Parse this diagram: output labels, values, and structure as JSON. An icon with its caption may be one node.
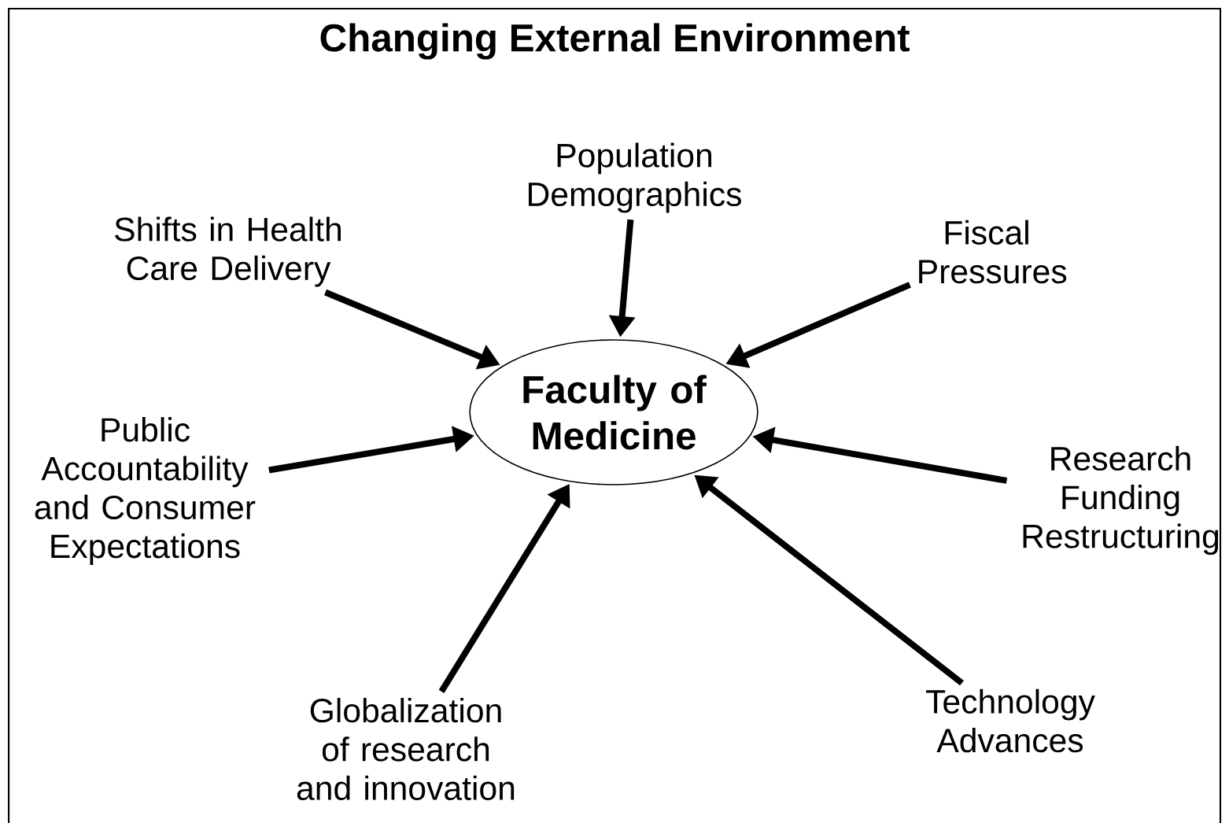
{
  "diagram": {
    "nodes": [
      {
        "text": [
          "Changing External Environment"
        ]
      },
      {
        "text": [
          "Faculty of Medicine"
        ],
        "in": 0
      },
      {
        "text": [
          "Shifts in Health Care Delivery"
        ],
        "in": 0
      },
      {
        "text": [
          "Population Demographics"
        ],
        "in": 0
      },
      {
        "text": [
          "Fiscal Pressures"
        ],
        "in": 0
      },
      {
        "text": [
          "Public Accountability and Consumer Expectations"
        ],
        "in": 0
      },
      {
        "text": [
          "Research Funding Restructuring"
        ],
        "in": 0
      },
      {
        "text": [
          "Globalization of research and innovation"
        ],
        "in": 0
      },
      {
        "text": [
          "Technology Advances"
        ],
        "in": 0
      }
    ],
    "edges": [
      {
        "from": 2,
        "to": 1,
        "arrow": "to"
      },
      {
        "from": 3,
        "to": 1,
        "arrow": "to"
      },
      {
        "from": 4,
        "to": 1,
        "arrow": "to"
      },
      {
        "from": 5,
        "to": 1,
        "arrow": "to"
      },
      {
        "from": 6,
        "to": 1,
        "arrow": "to"
      },
      {
        "from": 7,
        "to": 1,
        "arrow": "to"
      },
      {
        "from": 8,
        "to": 1,
        "arrow": "to"
      }
    ]
  }
}
